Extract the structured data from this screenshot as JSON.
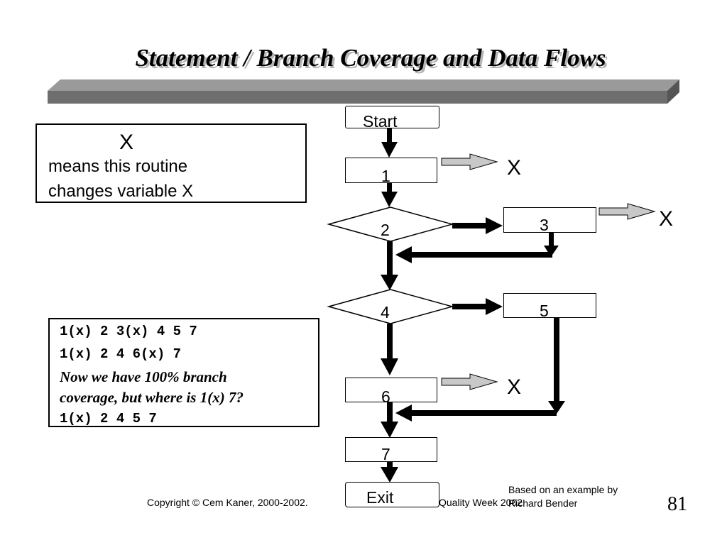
{
  "title": "Statement / Branch Coverage and Data Flows",
  "legend": {
    "x_mark": "X",
    "line1": "means this routine",
    "line2": "changes variable X"
  },
  "flowchart": {
    "start": "Start",
    "node1": "1",
    "node2": "2",
    "node3": "3",
    "node4": "4",
    "node5": "5",
    "node6": "6",
    "node7": "7",
    "exit": "Exit",
    "x_marks": [
      "X",
      "X",
      "X"
    ]
  },
  "paths": {
    "path1": "1(x) 2 3(x) 4 5 7",
    "path2": "1(x) 2 4 6(x) 7",
    "note_line1": "Now we have 100% branch",
    "note_line2": "coverage, but where is 1(x) 7?",
    "path3": "1(x) 2 4 5 7"
  },
  "footer": {
    "copyright": "Copyright © Cem Kaner, 2000-2002.",
    "quality_week": "Quality Week 2002",
    "credit_line1": "Based on an example by",
    "credit_line2": "Richard Bender",
    "page_number": "81"
  }
}
